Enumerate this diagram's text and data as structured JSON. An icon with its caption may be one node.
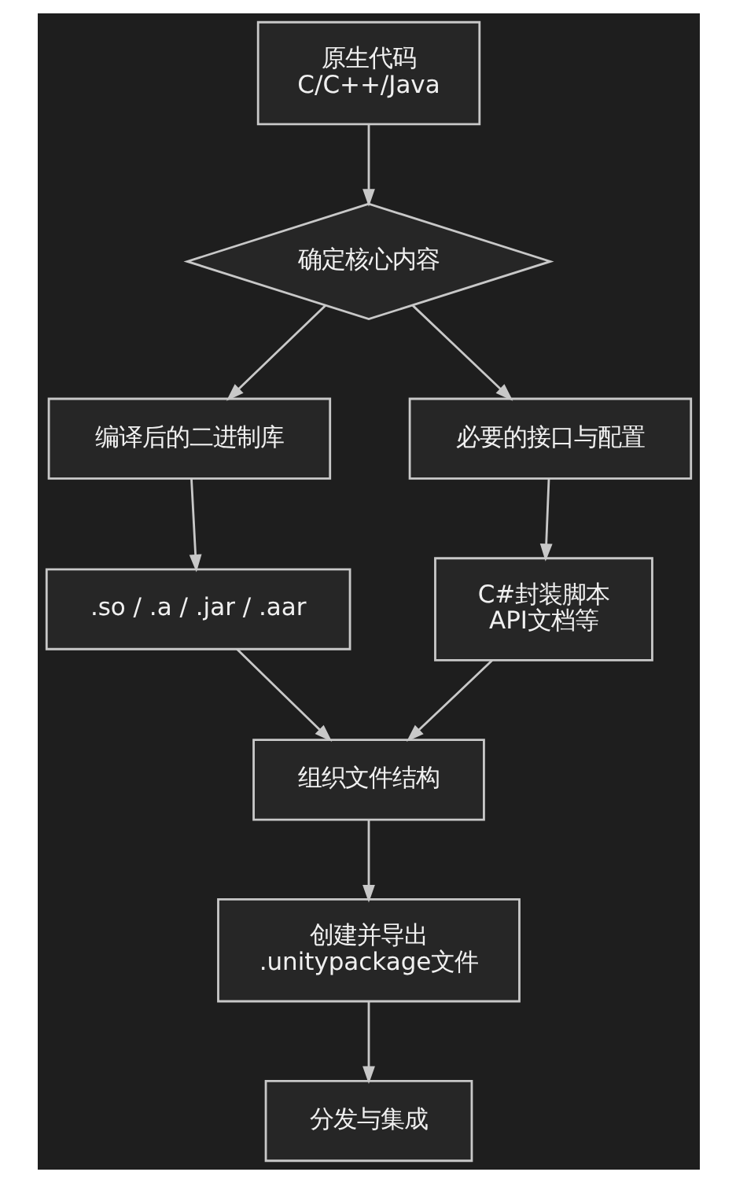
{
  "diagram": {
    "nodes": [
      {
        "text": [
          "原生代码",
          "C/C++/Java"
        ]
      },
      {
        "text": [
          "确定核心内容"
        ]
      },
      {
        "text": [
          "编译后的二进制库"
        ]
      },
      {
        "text": [
          "必要的接口与配置"
        ]
      },
      {
        "text": [
          ".so / .a / .jar / .aar"
        ]
      },
      {
        "text": [
          "C#封装脚本",
          "API文档等"
        ]
      },
      {
        "text": [
          "组织文件结构"
        ]
      },
      {
        "text": [
          "创建并导出",
          ".unitypackage文件"
        ]
      },
      {
        "text": [
          "分发与集成"
        ]
      }
    ],
    "edges": [
      {
        "from": 0,
        "to": 1,
        "arrow": "to"
      },
      {
        "from": 1,
        "to": 2,
        "arrow": "to"
      },
      {
        "from": 1,
        "to": 3,
        "arrow": "to"
      },
      {
        "from": 2,
        "to": 4,
        "arrow": "to"
      },
      {
        "from": 3,
        "to": 5,
        "arrow": "to"
      },
      {
        "from": 4,
        "to": 6,
        "arrow": "to"
      },
      {
        "from": 5,
        "to": 6,
        "arrow": "to"
      },
      {
        "from": 6,
        "to": 7,
        "arrow": "to"
      },
      {
        "from": 7,
        "to": 8,
        "arrow": "to"
      }
    ]
  }
}
